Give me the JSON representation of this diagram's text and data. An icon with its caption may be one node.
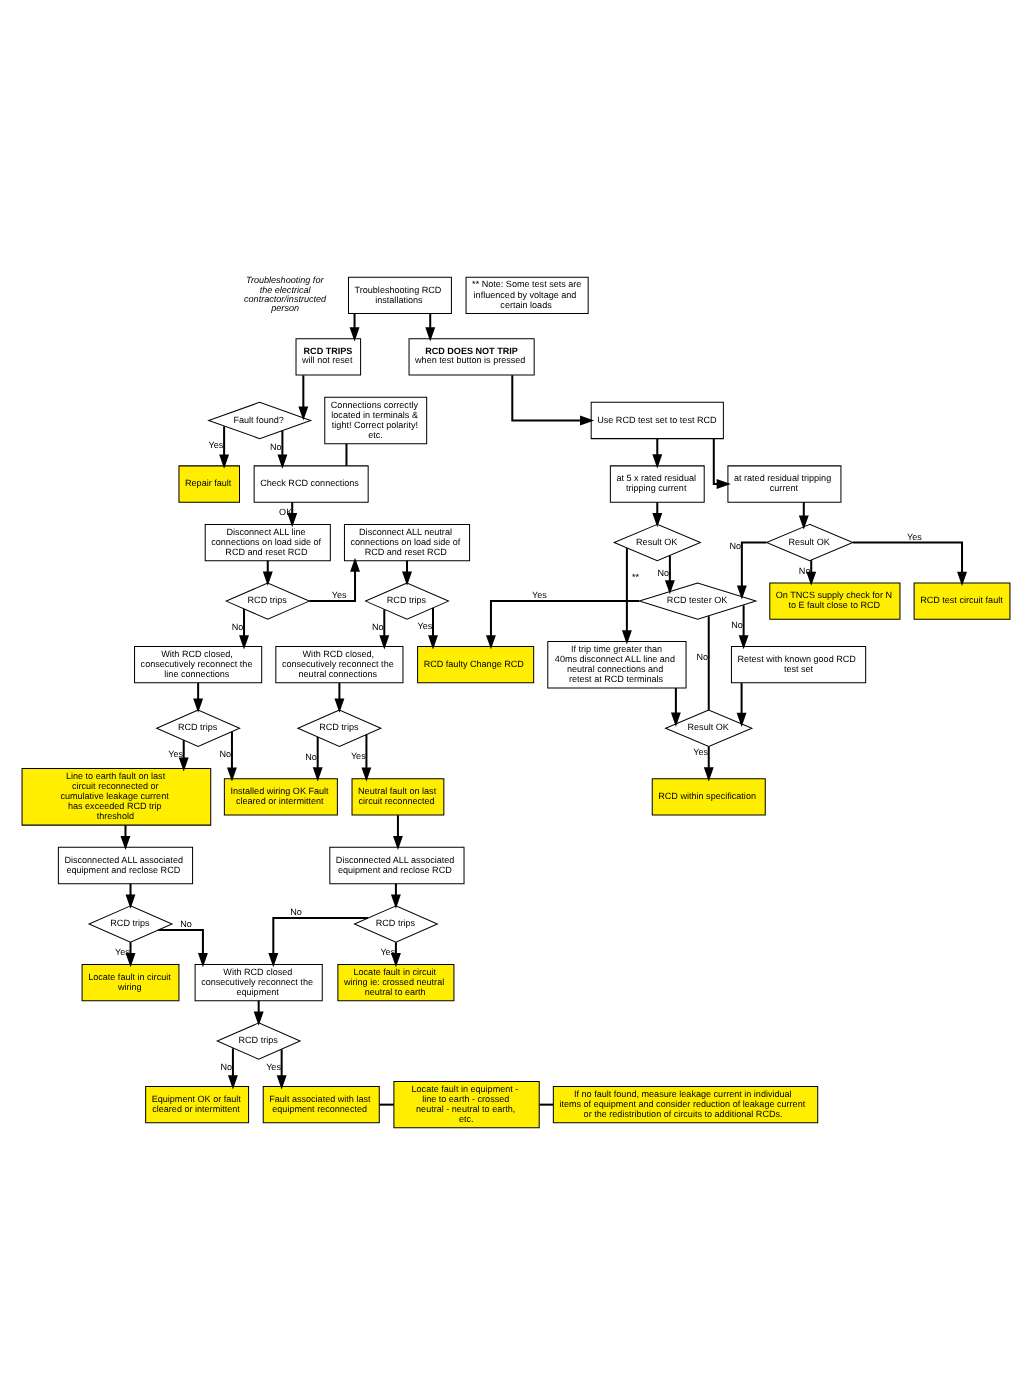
{
  "diagram": {
    "nodes": [
      {
        "text": [
          "Troubleshooting RCD installations"
        ]
      },
      {
        "text": [
          "RCD TRIPS",
          "will not reset"
        ]
      },
      {
        "text": [
          "RCD DOES NOT TRIP",
          "when test button is pressed"
        ]
      },
      {
        "text": [
          "Fault found?"
        ]
      },
      {
        "text": [
          "Repair fault"
        ]
      },
      {
        "text": [
          "Connections correctly located in terminals & tight! Correct polarity! etc."
        ]
      },
      {
        "text": [
          "Check RCD connections"
        ]
      },
      {
        "text": [
          "Disconnect ALL line connections on load side of RCD and reset RCD"
        ]
      },
      {
        "text": [
          "Disconnect ALL neutral connections on load side of RCD and reset RCD"
        ]
      },
      {
        "text": [
          "RCD trips"
        ]
      },
      {
        "text": [
          "RCD trips"
        ]
      },
      {
        "text": [
          "RCD faulty Change RCD"
        ]
      },
      {
        "text": [
          "With RCD closed, consecutively reconnect the line connections"
        ]
      },
      {
        "text": [
          "With RCD closed, consecutively reconnect the neutral connections"
        ]
      },
      {
        "text": [
          "RCD trips"
        ]
      },
      {
        "text": [
          "RCD trips"
        ]
      },
      {
        "text": [
          "Installed wiring OK Fault cleared or intermittent"
        ]
      },
      {
        "text": [
          "Line to earth fault on last circuit reconnected or cumulative leakage current has exceeded RCD trip threshold"
        ]
      },
      {
        "text": [
          "Neutral fault on last circuit reconnected"
        ]
      },
      {
        "text": [
          "Disconnected ALL associated equipment and reclose RCD"
        ]
      },
      {
        "text": [
          "Disconnected ALL associated equipment and reclose RCD"
        ]
      },
      {
        "text": [
          "RCD trips"
        ]
      },
      {
        "text": [
          "RCD trips"
        ]
      },
      {
        "text": [
          "Locate fault in circuit wiring"
        ]
      },
      {
        "text": [
          "With RCD closed consecutively reconnect the equipment"
        ]
      },
      {
        "text": [
          "Locate fault in circuit wiring ie: crossed neutral neutral to earth"
        ]
      },
      {
        "text": [
          "RCD trips"
        ]
      },
      {
        "text": [
          "Equipment OK or fault cleared or intermittent"
        ]
      },
      {
        "text": [
          "Fault associated with last equipment reconnected"
        ]
      },
      {
        "text": [
          "Locate fault in equipment - line to earth - crossed neutral - neutral to earth, etc."
        ]
      },
      {
        "text": [
          "If no fault found, measure leakage current in individual items of equipment and consider reduction of leakage current or the redistribution of circuits to additional RCDs."
        ]
      },
      {
        "text": [
          "Use RCD test set to test RCD"
        ]
      },
      {
        "text": [
          "On TNCS supply check for N to E fault close to RCD"
        ]
      },
      {
        "text": [
          "at rated residual tripping current"
        ]
      },
      {
        "text": [
          "at 5 x rated residual tripping current"
        ]
      },
      {
        "text": [
          "Result OK"
        ]
      },
      {
        "text": [
          "Result OK"
        ]
      },
      {
        "text": [
          "RCD test circuit fault"
        ]
      },
      {
        "text": [
          "If trip time greater than 40ms disconnect ALL line and neutral connections and retest at RCD terminals"
        ]
      },
      {
        "text": [
          "RCD tester OK"
        ],
        "beside": [
          "**"
        ]
      },
      {
        "text": [
          "Result OK"
        ]
      },
      {
        "text": [
          "Retest with known good RCD test set"
        ]
      },
      {
        "text": [
          "RCD within specification"
        ]
      },
      {
        "text": [
          "** Note: Some test sets are influenced by voltage and certain loads"
        ]
      }
    ],
    "edges": [
      {
        "from": 0,
        "to": 1,
        "arrow": "to"
      },
      {
        "from": 0,
        "to": 2,
        "arrow": "to"
      },
      {
        "from": 1,
        "to": 3,
        "arrow": "to"
      },
      {
        "from": 3,
        "to": 4,
        "arrow": "to",
        "label": "Yes"
      },
      {
        "from": 3,
        "to": 6,
        "arrow": "to",
        "label": "No"
      },
      {
        "from": 5,
        "to": 6,
        "arrow": "none"
      },
      {
        "from": 6,
        "to": 7,
        "arrow": "to",
        "label": "OK"
      },
      {
        "from": 7,
        "to": 9,
        "arrow": "to"
      },
      {
        "from": 9,
        "to": 8,
        "arrow": "to",
        "label": "Yes"
      },
      {
        "from": 9,
        "to": 12,
        "arrow": "to",
        "label": "No"
      },
      {
        "from": 8,
        "to": 10,
        "arrow": "to"
      },
      {
        "from": 10,
        "to": 11,
        "arrow": "to",
        "label": "Yes"
      },
      {
        "from": 10,
        "to": 13,
        "arrow": "to",
        "label": "No"
      },
      {
        "from": 12,
        "to": 14,
        "arrow": "to"
      },
      {
        "from": 13,
        "to": 15,
        "arrow": "to"
      },
      {
        "from": 14,
        "to": 16,
        "arrow": "to",
        "label": "No"
      },
      {
        "from": 15,
        "to": 16,
        "arrow": "to",
        "label": "No"
      },
      {
        "from": 14,
        "to": 17,
        "arrow": "to",
        "label": "Yes"
      },
      {
        "from": 15,
        "to": 18,
        "arrow": "to",
        "label": "Yes"
      },
      {
        "from": 17,
        "to": 19,
        "arrow": "to"
      },
      {
        "from": 18,
        "to": 20,
        "arrow": "to"
      },
      {
        "from": 19,
        "to": 21,
        "arrow": "to"
      },
      {
        "from": 20,
        "to": 22,
        "arrow": "to"
      },
      {
        "from": 21,
        "to": 23,
        "arrow": "to",
        "label": "Yes"
      },
      {
        "from": 21,
        "to": 24,
        "arrow": "to",
        "label": "No"
      },
      {
        "from": 22,
        "to": 24,
        "arrow": "to",
        "label": "No"
      },
      {
        "from": 22,
        "to": 25,
        "arrow": "to",
        "label": "Yes"
      },
      {
        "from": 24,
        "to": 26,
        "arrow": "to"
      },
      {
        "from": 26,
        "to": 27,
        "arrow": "to",
        "label": "No"
      },
      {
        "from": 26,
        "to": 28,
        "arrow": "to",
        "label": "Yes"
      },
      {
        "from": 28,
        "to": 29,
        "arrow": "none"
      },
      {
        "from": 29,
        "to": 30,
        "arrow": "none"
      },
      {
        "from": 2,
        "to": 31,
        "arrow": "to"
      },
      {
        "from": 31,
        "to": 33,
        "arrow": "to"
      },
      {
        "from": 31,
        "to": 34,
        "arrow": "to"
      },
      {
        "from": 33,
        "to": 35,
        "arrow": "to"
      },
      {
        "from": 34,
        "to": 36,
        "arrow": "to"
      },
      {
        "from": 35,
        "to": 32,
        "arrow": "to",
        "label": "No"
      },
      {
        "from": 35,
        "to": 37,
        "arrow": "to",
        "label": "Yes"
      },
      {
        "from": 36,
        "to": 38,
        "arrow": "to"
      },
      {
        "from": 35,
        "to": 39,
        "arrow": "to",
        "label": "No"
      },
      {
        "from": 36,
        "to": 39,
        "arrow": "to",
        "label": "No"
      },
      {
        "from": 38,
        "to": 40,
        "arrow": "to"
      },
      {
        "from": 39,
        "to": 11,
        "arrow": "to",
        "label": "Yes"
      },
      {
        "from": 39,
        "to": 40,
        "arrow": "none",
        "label": "No"
      },
      {
        "from": 39,
        "to": 41,
        "arrow": "to",
        "label": "No"
      },
      {
        "from": 40,
        "to": 42,
        "arrow": "to",
        "label": "Yes"
      },
      {
        "from": 41,
        "to": 40,
        "arrow": "to"
      }
    ],
    "labels": [
      "Troubleshooting for the electrical contractor/instructed person"
    ]
  }
}
